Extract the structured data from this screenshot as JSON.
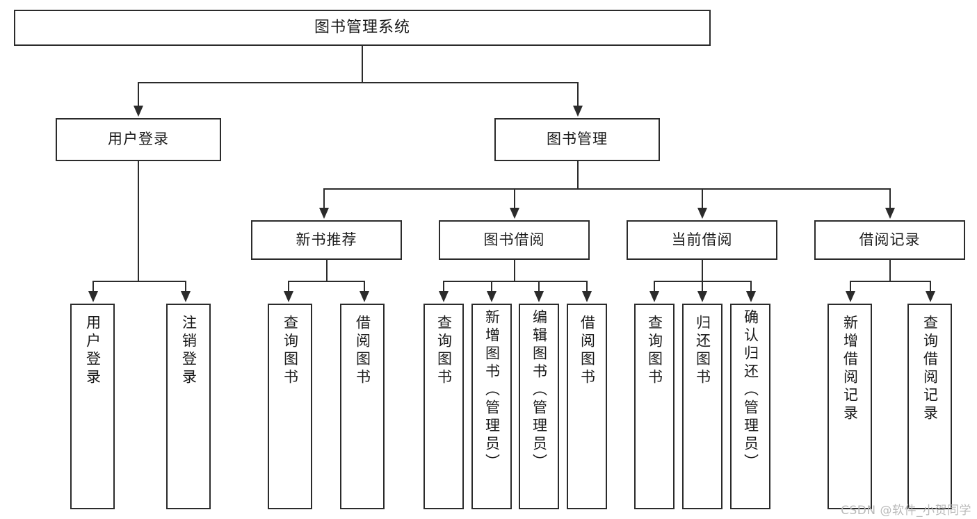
{
  "diagram": {
    "title": "图书管理系统",
    "type": "tree",
    "watermark": "CSDN @软件_小贺同学",
    "accent_color": "#2b2b2b",
    "background_color": "#ffffff",
    "text_color": "#1a1a1a",
    "watermark_color": "#b9b9b9"
  },
  "nodes": {
    "root": {
      "label": "图书管理系统"
    },
    "level2": [
      {
        "id": "user-login",
        "label": "用户登录"
      },
      {
        "id": "book-manage",
        "label": "图书管理"
      }
    ],
    "level3": [
      {
        "id": "new-book-recommend",
        "label": "新书推荐"
      },
      {
        "id": "book-borrow",
        "label": "图书借阅"
      },
      {
        "id": "current-borrow",
        "label": "当前借阅"
      },
      {
        "id": "borrow-record",
        "label": "借阅记录"
      }
    ],
    "leaves": [
      {
        "id": "leaf-user-login",
        "label": "用户登录",
        "parent": "user-login"
      },
      {
        "id": "leaf-logout",
        "label": "注销登录",
        "parent": "user-login"
      },
      {
        "id": "leaf-query-book-1",
        "label": "查询图书",
        "parent": "new-book-recommend"
      },
      {
        "id": "leaf-borrow-book-1",
        "label": "借阅图书",
        "parent": "new-book-recommend"
      },
      {
        "id": "leaf-query-book-2",
        "label": "查询图书",
        "parent": "book-borrow"
      },
      {
        "id": "leaf-add-book",
        "label": "新增图书（管理员）",
        "parent": "book-borrow"
      },
      {
        "id": "leaf-edit-book",
        "label": "编辑图书（管理员）",
        "parent": "book-borrow"
      },
      {
        "id": "leaf-borrow-book-2",
        "label": "借阅图书",
        "parent": "book-borrow"
      },
      {
        "id": "leaf-query-book-3",
        "label": "查询图书",
        "parent": "current-borrow"
      },
      {
        "id": "leaf-return-book",
        "label": "归还图书",
        "parent": "current-borrow"
      },
      {
        "id": "leaf-confirm-return",
        "label": "确认归还（管理员）",
        "parent": "current-borrow"
      },
      {
        "id": "leaf-add-record",
        "label": "新增借阅记录",
        "parent": "borrow-record"
      },
      {
        "id": "leaf-query-record",
        "label": "查询借阅记录",
        "parent": "borrow-record"
      }
    ]
  }
}
